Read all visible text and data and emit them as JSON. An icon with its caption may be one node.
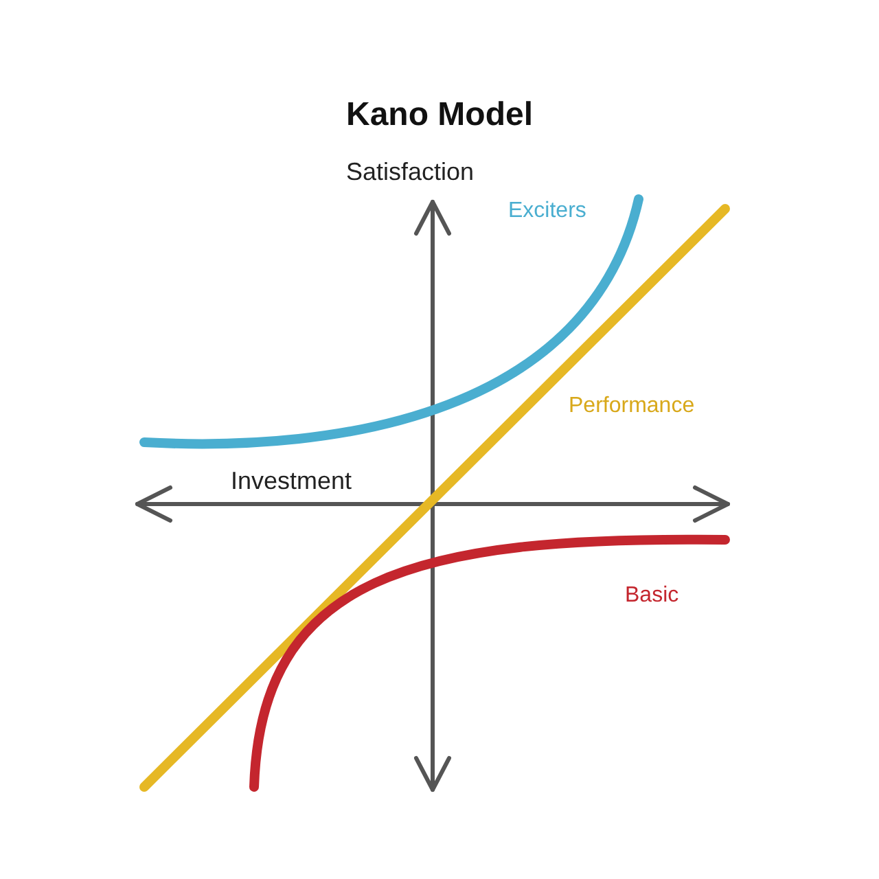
{
  "diagram": {
    "title": "Kano Model",
    "labels": [
      "Satisfaction",
      "Exciters",
      "Performance",
      "Investment",
      "Basic"
    ]
  }
}
